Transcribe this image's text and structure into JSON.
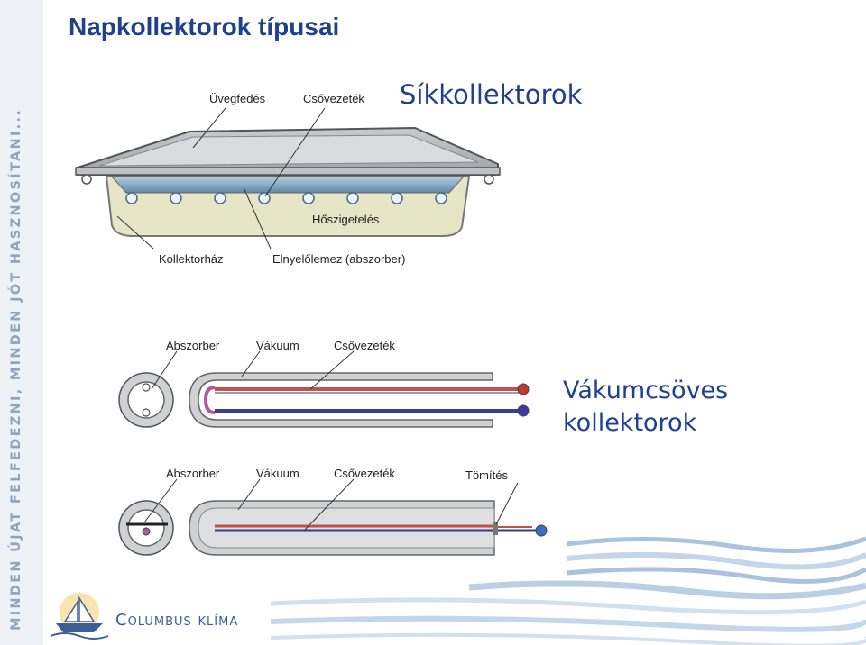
{
  "sidebar_slogan": "MINDEN ÚJAT FELFEDEZNI, MINDEN JÓT HASZNOSÍTANI...",
  "title": "Napkollektorok típusai",
  "flat": {
    "heading": "Síkkollektorok",
    "labels": {
      "glass": "Üvegfedés",
      "pipe": "Csővezeték",
      "insulation": "Hőszigetelés",
      "housing": "Kollektorház",
      "absorber": "Elnyelőlemez (abszorber)"
    }
  },
  "vacuum": {
    "heading_line1": "Vákumcsöves",
    "heading_line2": "kollektorok",
    "tube1": {
      "absorber": "Abszorber",
      "vacuum": "Vákuum",
      "pipe": "Csővezeték"
    },
    "tube2": {
      "absorber": "Abszorber",
      "vacuum": "Vákuum",
      "pipe": "Csővezeték",
      "seal": "Tömítés"
    }
  },
  "brand": "Columbus klíma",
  "colors": {
    "title": "#1f3f8f",
    "sidebar": "#8ea3bf"
  }
}
